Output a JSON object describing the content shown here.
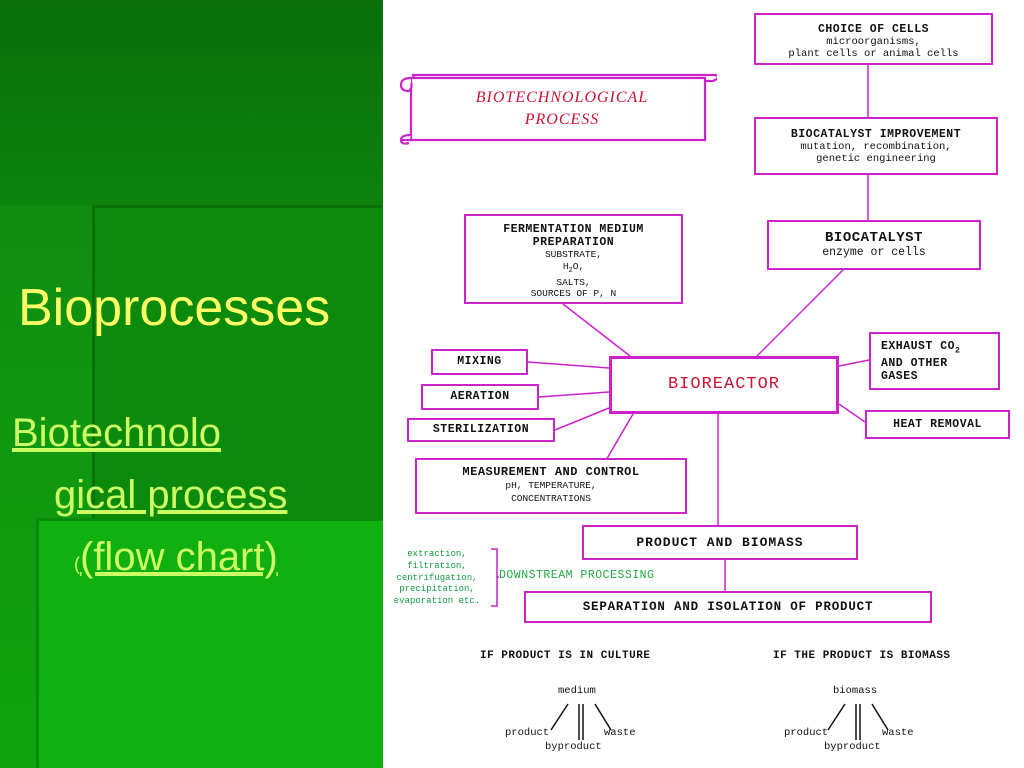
{
  "slide": {
    "title": "Bioprocesses",
    "subtitle": {
      "line1": "Biotechnolo",
      "line2": "gical process ",
      "prefix": "(",
      "line3": "(flow chart)"
    }
  },
  "diagram": {
    "banner": {
      "line1": "BIOTECHNOLOGICAL",
      "line2": "PROCESS"
    },
    "choice_of_cells": {
      "title": "CHOICE OF CELLS",
      "detail1": "microorganisms,",
      "detail2": "plant cells or animal cells"
    },
    "biocatalyst_improvement": {
      "title": "BIOCATALYST IMPROVEMENT",
      "detail1": "mutation, recombination,",
      "detail2": "genetic engineering"
    },
    "biocatalyst": {
      "title": "BIOCATALYST",
      "detail": "enzyme or cells"
    },
    "fermentation": {
      "title1": "FERMENTATION MEDIUM",
      "title2": "PREPARATION",
      "detail1": "SUBSTRATE,",
      "water_h": "H",
      "water_sub": "2",
      "water_o": "O,",
      "detail3": "SALTS,",
      "detail4": "SOURCES OF P, N"
    },
    "exhaust": {
      "line1_pre": "EXHAUST CO",
      "line1_sub": "2",
      "line2": "AND OTHER",
      "line3": "GASES"
    },
    "mixing": "MIXING",
    "aeration": "AERATION",
    "sterilization": "STERILIZATION",
    "bioreactor": "BIOREACTOR",
    "heat_removal": "HEAT REMOVAL",
    "measurement": {
      "title": "MEASUREMENT AND CONTROL",
      "detail1": "pH, TEMPERATURE,",
      "detail2": "CONCENTRATIONS"
    },
    "product_biomass": "PRODUCT AND BIOMASS",
    "downstream": "DOWNSTREAM PROCESSING",
    "downstream_methods": [
      "extraction,",
      "filtration,",
      "centrifugation,",
      "precipitation,",
      "evaporation etc."
    ],
    "separation": "SEPARATION AND ISOLATION OF PRODUCT",
    "culture_branch": {
      "heading": "IF PRODUCT IS IN CULTURE",
      "source": "medium",
      "left": "product",
      "right": "waste",
      "bottom": "byproduct"
    },
    "biomass_branch": {
      "heading": "IF THE PRODUCT IS BIOMASS",
      "source": "biomass",
      "left": "product",
      "right": "waste",
      "bottom": "byproduct"
    },
    "colors": {
      "box_border": "#cc22cc",
      "accent_red": "#cc1133",
      "downstream_green": "#22aa44",
      "title_yellow": "#ffff66",
      "link_green": "#ccff66",
      "panel_green": "#109410"
    }
  }
}
